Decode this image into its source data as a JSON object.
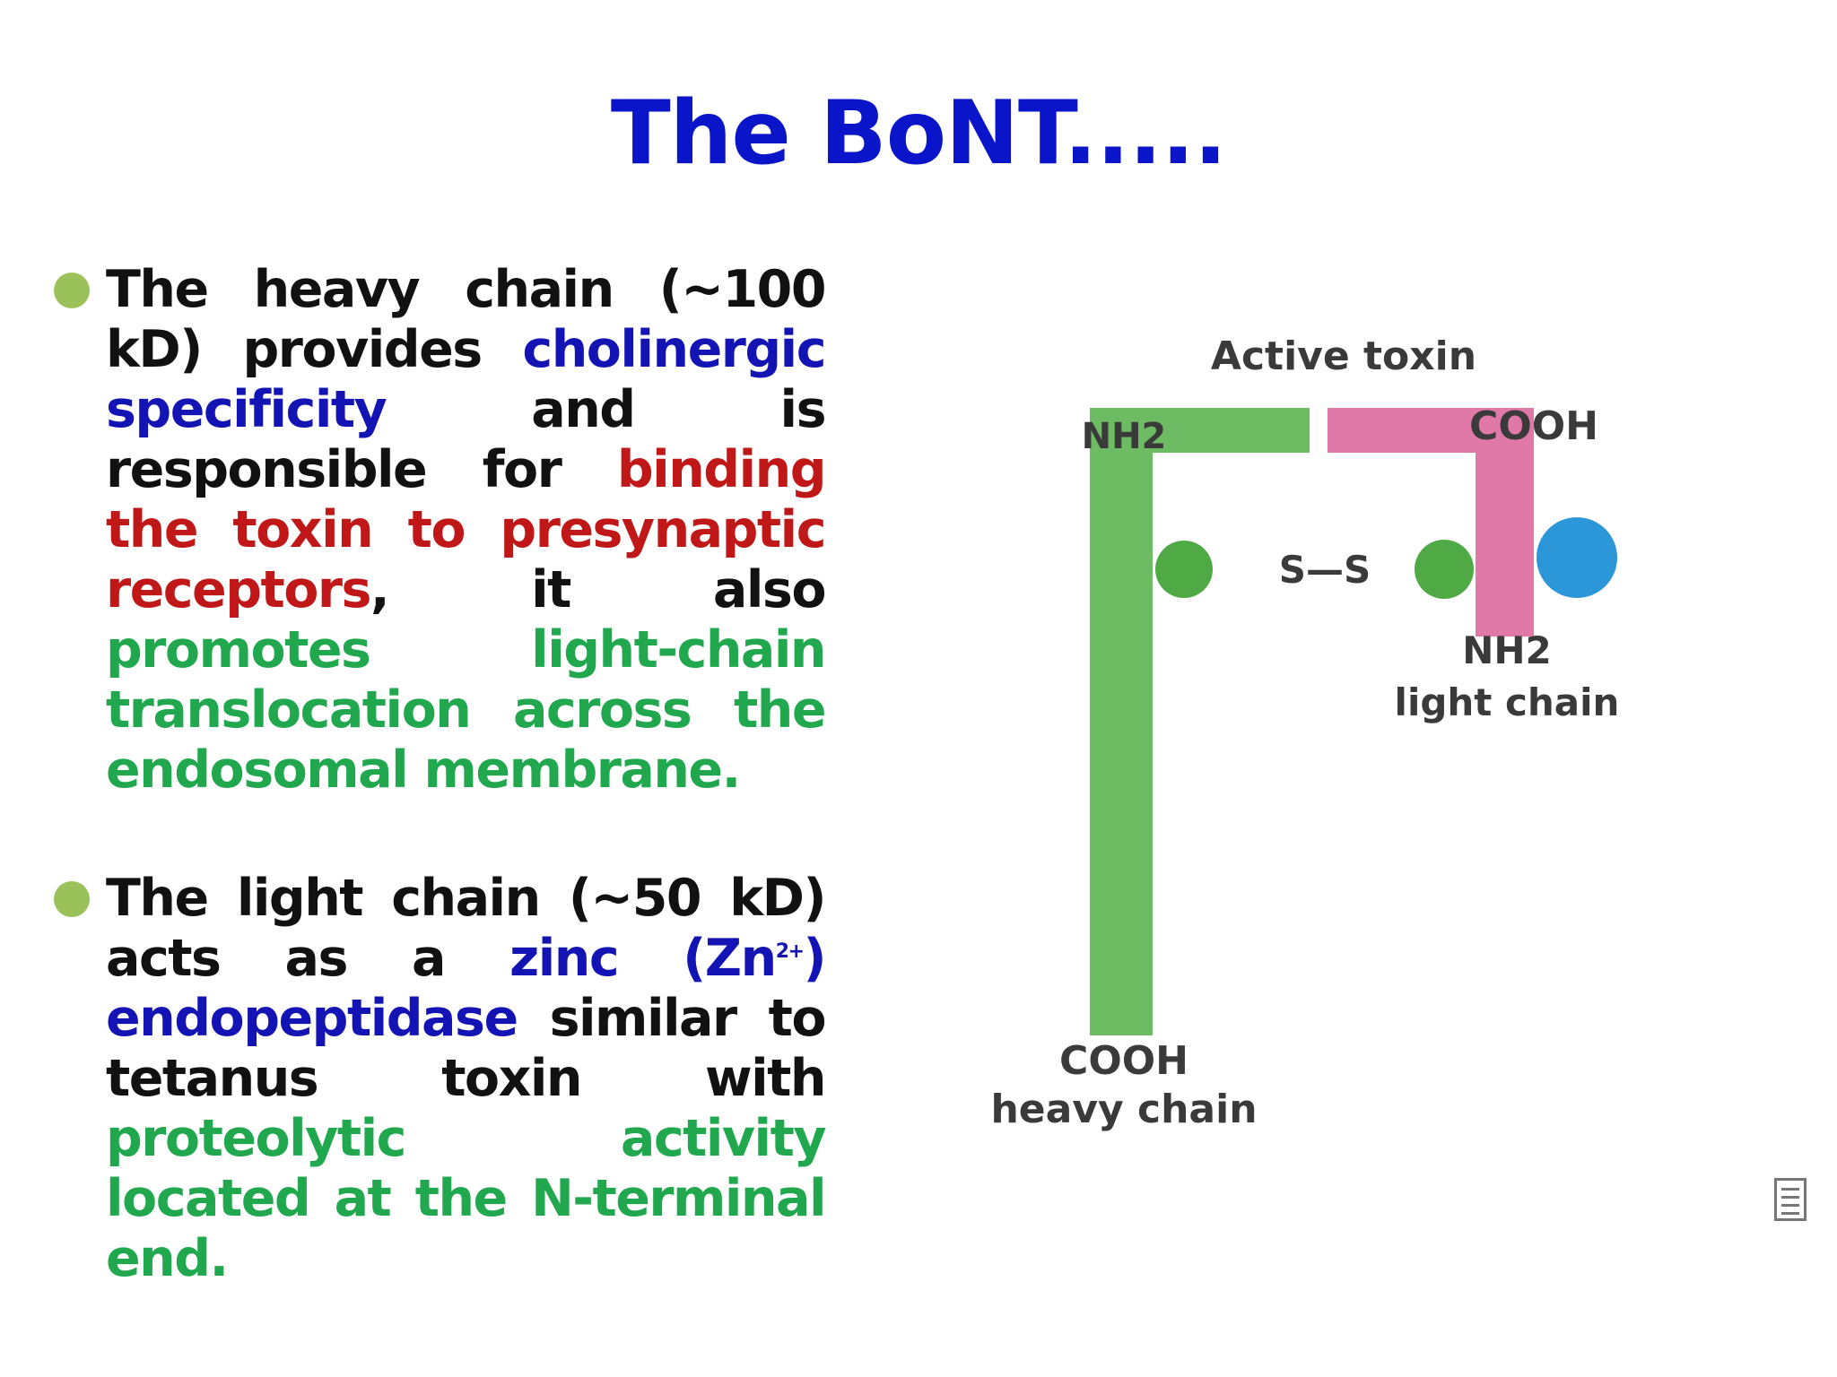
{
  "title": "The BoNT.....",
  "bullets": [
    {
      "s1": "The heavy chain (~100 kD) provides ",
      "s2": "cholinergic specificity",
      "s3": " and is responsible for ",
      "s4": "binding the toxin to presynaptic receptors",
      "s5": ", it also ",
      "s6": "promotes light-chain translocation across the endosomal membrane."
    },
    {
      "s1": "The light chain (~50 kD) acts as a ",
      "s2": "zinc (Zn",
      "sup": "2+",
      "s3": ")",
      "s4": " endopeptidase",
      "s5": " similar to tetanus toxin with ",
      "s6": "proteolytic activity located at the N-terminal end."
    }
  ],
  "diagram": {
    "active_label": "Active toxin",
    "nh2_heavy": "NH2",
    "cooh_light": "COOH",
    "ss_bond": "S—S",
    "nh2_light": "NH2",
    "light_chain_label": "light chain",
    "cooh_heavy": "COOH",
    "heavy_chain_label": "heavy chain",
    "colors": {
      "heavy_chain": "#6dbb62",
      "light_chain": "#e078a8",
      "sphere_green": "#4faa46",
      "sphere_blue": "#2b96d8",
      "text_blue": "#1414b4",
      "text_red": "#c01818",
      "text_green": "#21a84f",
      "bullet": "#9ac15a",
      "title": "#0a14c8"
    }
  }
}
